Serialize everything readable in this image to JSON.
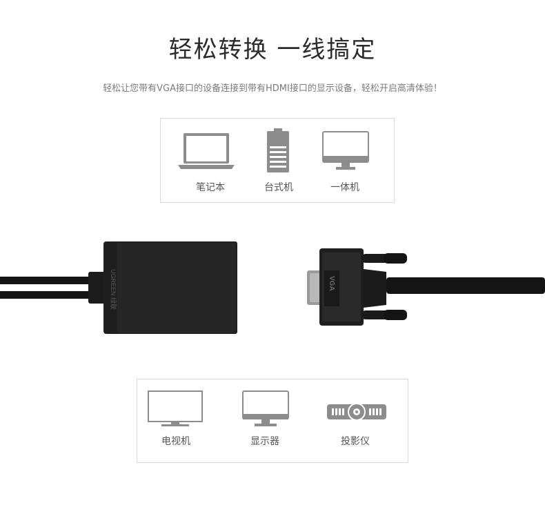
{
  "header": {
    "title": "轻松转换 一线搞定",
    "subtitle": "轻松让您带有VGA接口的设备连接到带有HDMI接口的显示设备，轻松开启高清体验！"
  },
  "source_devices": {
    "items": [
      {
        "label": "笔记本",
        "icon": "laptop-icon"
      },
      {
        "label": "台式机",
        "icon": "desktop-tower-icon"
      },
      {
        "label": "一体机",
        "icon": "all-in-one-icon"
      }
    ]
  },
  "target_devices": {
    "items": [
      {
        "label": "电视机",
        "icon": "tv-icon"
      },
      {
        "label": "显示器",
        "icon": "monitor-icon"
      },
      {
        "label": "投影仪",
        "icon": "projector-icon"
      }
    ]
  },
  "product": {
    "brand_text": "UGREEN 绿联",
    "connector_label": "VGA"
  },
  "colors": {
    "icon_gray": "#8c8c8c",
    "cable_black": "#141414",
    "border": "#d9d9d9"
  }
}
